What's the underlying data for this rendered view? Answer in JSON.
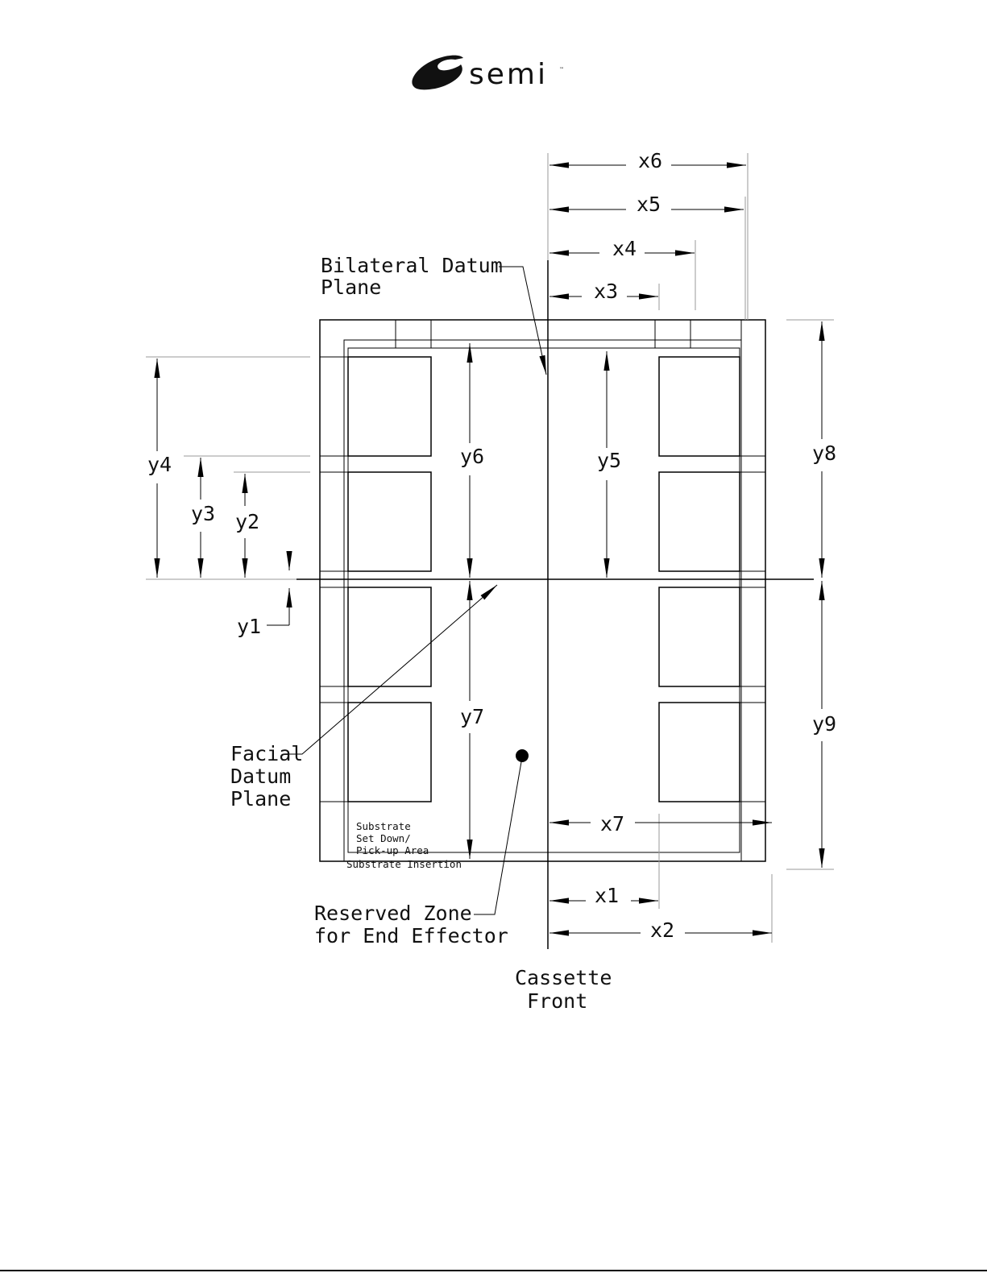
{
  "logo": {
    "wordmark": "semi",
    "trademark": "™"
  },
  "dimensions": {
    "x1": "x1",
    "x2": "x2",
    "x3": "x3",
    "x4": "x4",
    "x5": "x5",
    "x6": "x6",
    "x7": "x7",
    "y1": "y1",
    "y2": "y2",
    "y3": "y3",
    "y4": "y4",
    "y5": "y5",
    "y6": "y6",
    "y7": "y7",
    "y8": "y8",
    "y9": "y9"
  },
  "callouts": {
    "bilateral_datum": [
      "Bilateral Datum",
      "Plane"
    ],
    "facial_datum": [
      "Facial",
      "Datum",
      "Plane"
    ],
    "reserved_zone": [
      "Reserved Zone",
      "for End Effector"
    ],
    "cassette_front": [
      "Cassette",
      "Front"
    ],
    "substrate_area": [
      "Substrate",
      "Set Down/",
      "Pick-up Area"
    ],
    "substrate_insertion": "Substrate Insertion"
  }
}
